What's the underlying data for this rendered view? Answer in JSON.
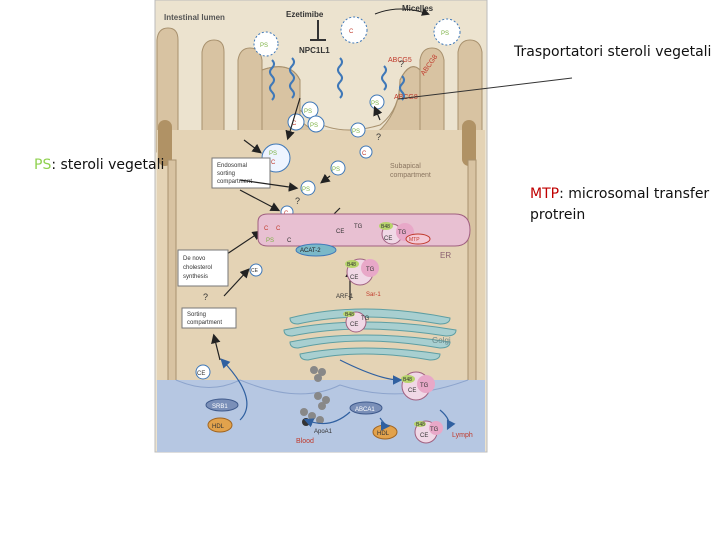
{
  "annotations": {
    "transporters": "Trasportatori steroli vegetali",
    "ps_key": "PS",
    "ps_text": ": steroli vegetali",
    "mtp_key": "MTP",
    "mtp_text": ": microsomal transfer",
    "mtp_text2": "protrein"
  },
  "figure": {
    "intestinal_lumen": "Intestinal lumen",
    "ezetimibe": "Ezetimibe",
    "micelles": "Micelles",
    "npc1l1": "NPC1L1",
    "abcg5": "ABCG5",
    "abcg8": "ABCG8",
    "abcg8_b": "ABCG8",
    "subapical": "Subapical",
    "compartment": "compartment",
    "endosomal1": "Endosomal",
    "endosomal2": "sorting",
    "endosomal3": "compartment",
    "denovo1": "De novo",
    "denovo2": "cholesterol",
    "denovo3": "synthesis",
    "sorting1": "Sorting",
    "sorting2": "compartment",
    "er": "ER",
    "golgi": "Golgi",
    "acat2": "ACAT-2",
    "arf1": "ARF-1",
    "sar1": "Sar-1",
    "srb1": "SRB1",
    "abca1": "ABCA1",
    "apoa1": "ApoA1",
    "blood": "Blood",
    "lymph": "Lymph",
    "hdl": "HDL",
    "ps": "PS",
    "c": "C",
    "ce": "CE",
    "tg": "TG",
    "b48": "B48",
    "mtp": "MTP",
    "q": "?"
  },
  "colors": {
    "ps_green": "#8fd14f",
    "mtp_red": "#c00000",
    "cell_tan": "#d8c3a2",
    "er_pink": "#e8c0d2",
    "golgi_blue": "#a8cfd0",
    "blood_blue": "#b6c7e2",
    "pointer_line": "#333333"
  }
}
